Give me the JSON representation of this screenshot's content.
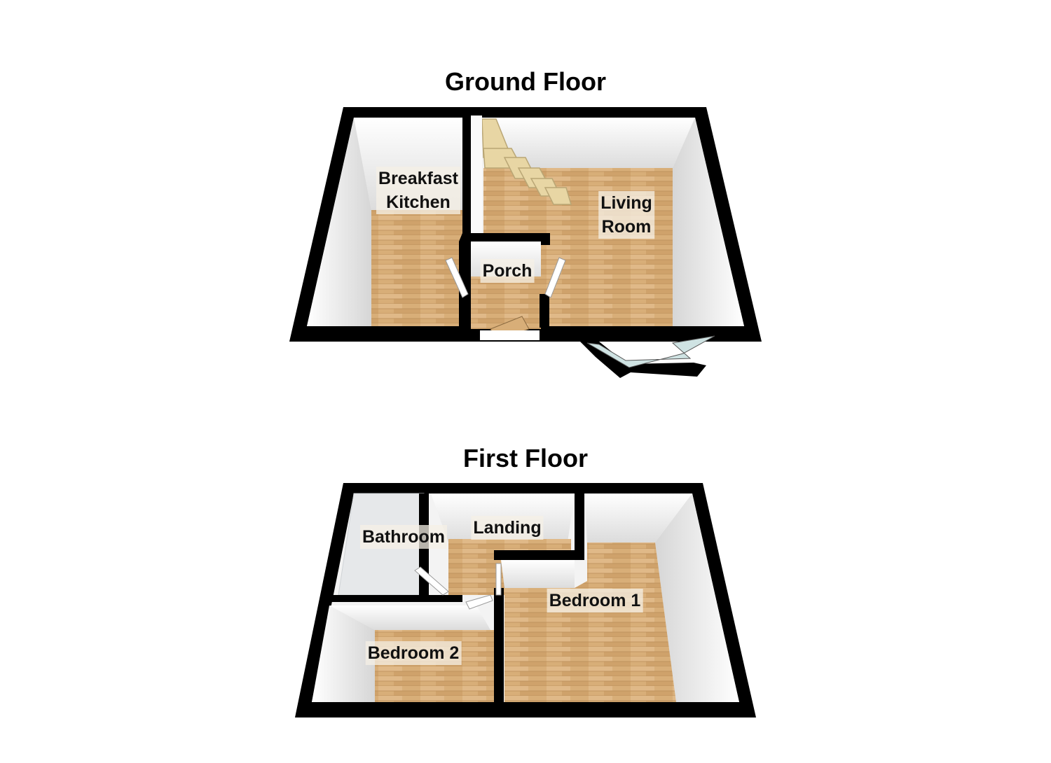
{
  "floors": [
    {
      "title": "Ground Floor",
      "rooms": [
        {
          "name": "Breakfast Kitchen",
          "line1": "Breakfast",
          "line2": "Kitchen"
        },
        {
          "name": "Living Room",
          "line1": "Living",
          "line2": "Room"
        },
        {
          "name": "Porch",
          "line1": "Porch"
        }
      ]
    },
    {
      "title": "First Floor",
      "rooms": [
        {
          "name": "Bathroom",
          "line1": "Bathroom"
        },
        {
          "name": "Landing",
          "line1": "Landing"
        },
        {
          "name": "Bedroom 1",
          "line1": "Bedroom 1"
        },
        {
          "name": "Bedroom 2",
          "line1": "Bedroom 2"
        }
      ]
    }
  ],
  "colors": {
    "wall": "#000000",
    "floor_wood": "#d8ae78",
    "wall_face": "#f4f4f4",
    "stairs": "#e8d6a4"
  }
}
